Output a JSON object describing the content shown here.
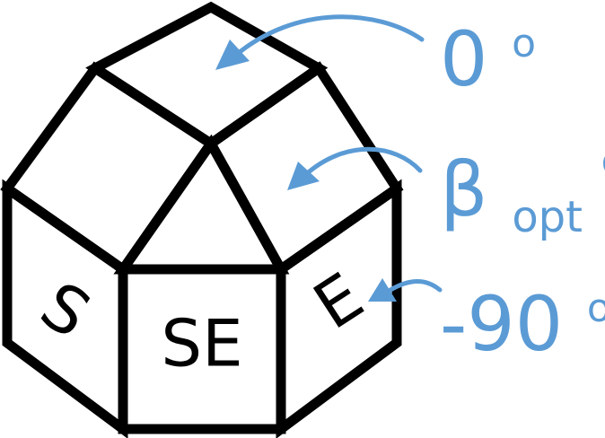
{
  "colors": {
    "outline": "#000000",
    "annotation": "#5b9bd5",
    "background": "#ffffff"
  },
  "faces": {
    "south": "S",
    "southeast": "SE",
    "east": "E"
  },
  "annotations": {
    "top": {
      "value": "0",
      "degree_symbol": "o"
    },
    "middle": {
      "symbol": "β",
      "subscript": "opt",
      "degree_symbol": "o"
    },
    "bottom": {
      "value": "-90",
      "degree_symbol": "o"
    }
  }
}
